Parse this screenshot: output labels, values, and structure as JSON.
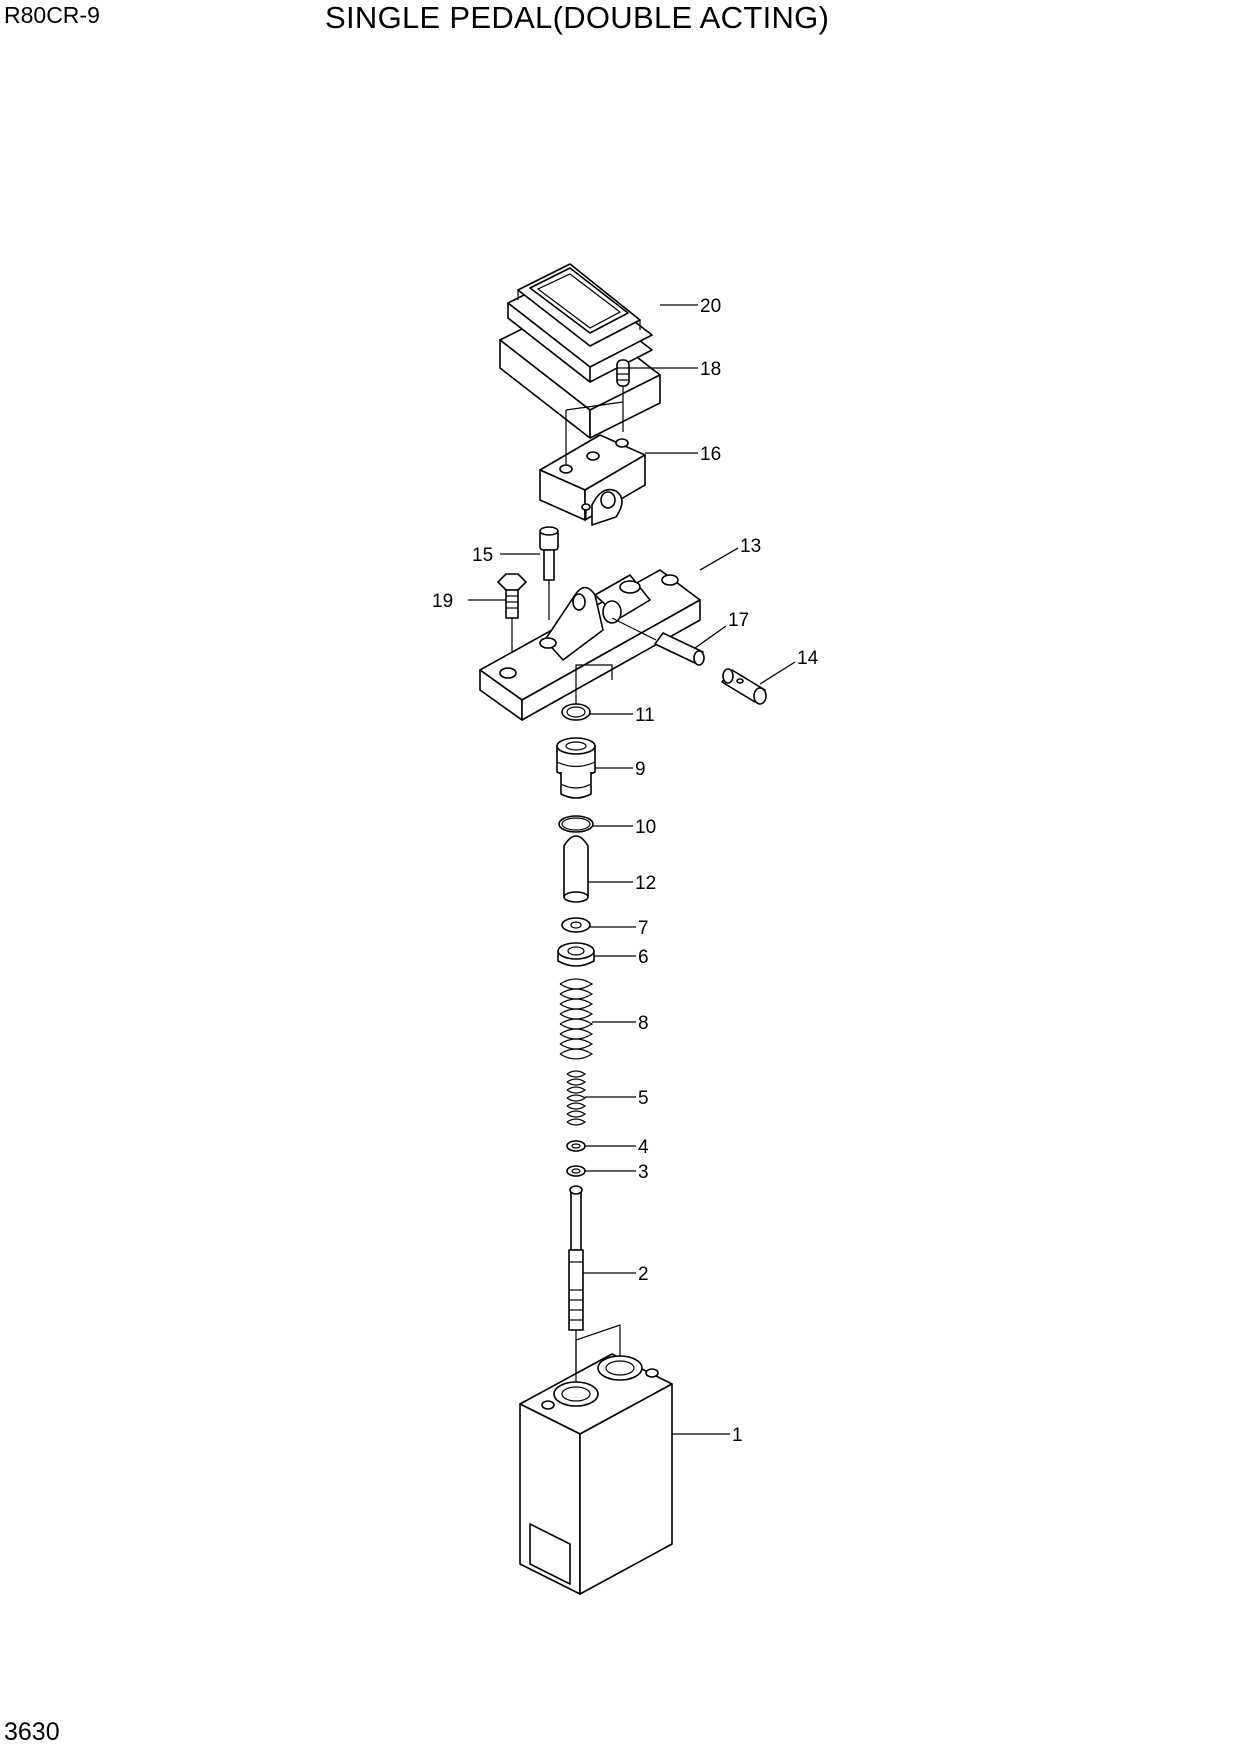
{
  "header": {
    "model": "R80CR-9",
    "title": "SINGLE PEDAL(DOUBLE ACTING)"
  },
  "footer": {
    "page_number": "3630"
  },
  "callouts": [
    {
      "id": "c20",
      "label": "20"
    },
    {
      "id": "c18",
      "label": "18"
    },
    {
      "id": "c16",
      "label": "16"
    },
    {
      "id": "c15",
      "label": "15"
    },
    {
      "id": "c13",
      "label": "13"
    },
    {
      "id": "c19",
      "label": "19"
    },
    {
      "id": "c17",
      "label": "17"
    },
    {
      "id": "c14",
      "label": "14"
    },
    {
      "id": "c11",
      "label": "11"
    },
    {
      "id": "c9",
      "label": "9"
    },
    {
      "id": "c10",
      "label": "10"
    },
    {
      "id": "c12",
      "label": "12"
    },
    {
      "id": "c7",
      "label": "7"
    },
    {
      "id": "c6",
      "label": "6"
    },
    {
      "id": "c8",
      "label": "8"
    },
    {
      "id": "c5",
      "label": "5"
    },
    {
      "id": "c4",
      "label": "4"
    },
    {
      "id": "c3",
      "label": "3"
    },
    {
      "id": "c2",
      "label": "2"
    },
    {
      "id": "c1",
      "label": "1"
    }
  ]
}
